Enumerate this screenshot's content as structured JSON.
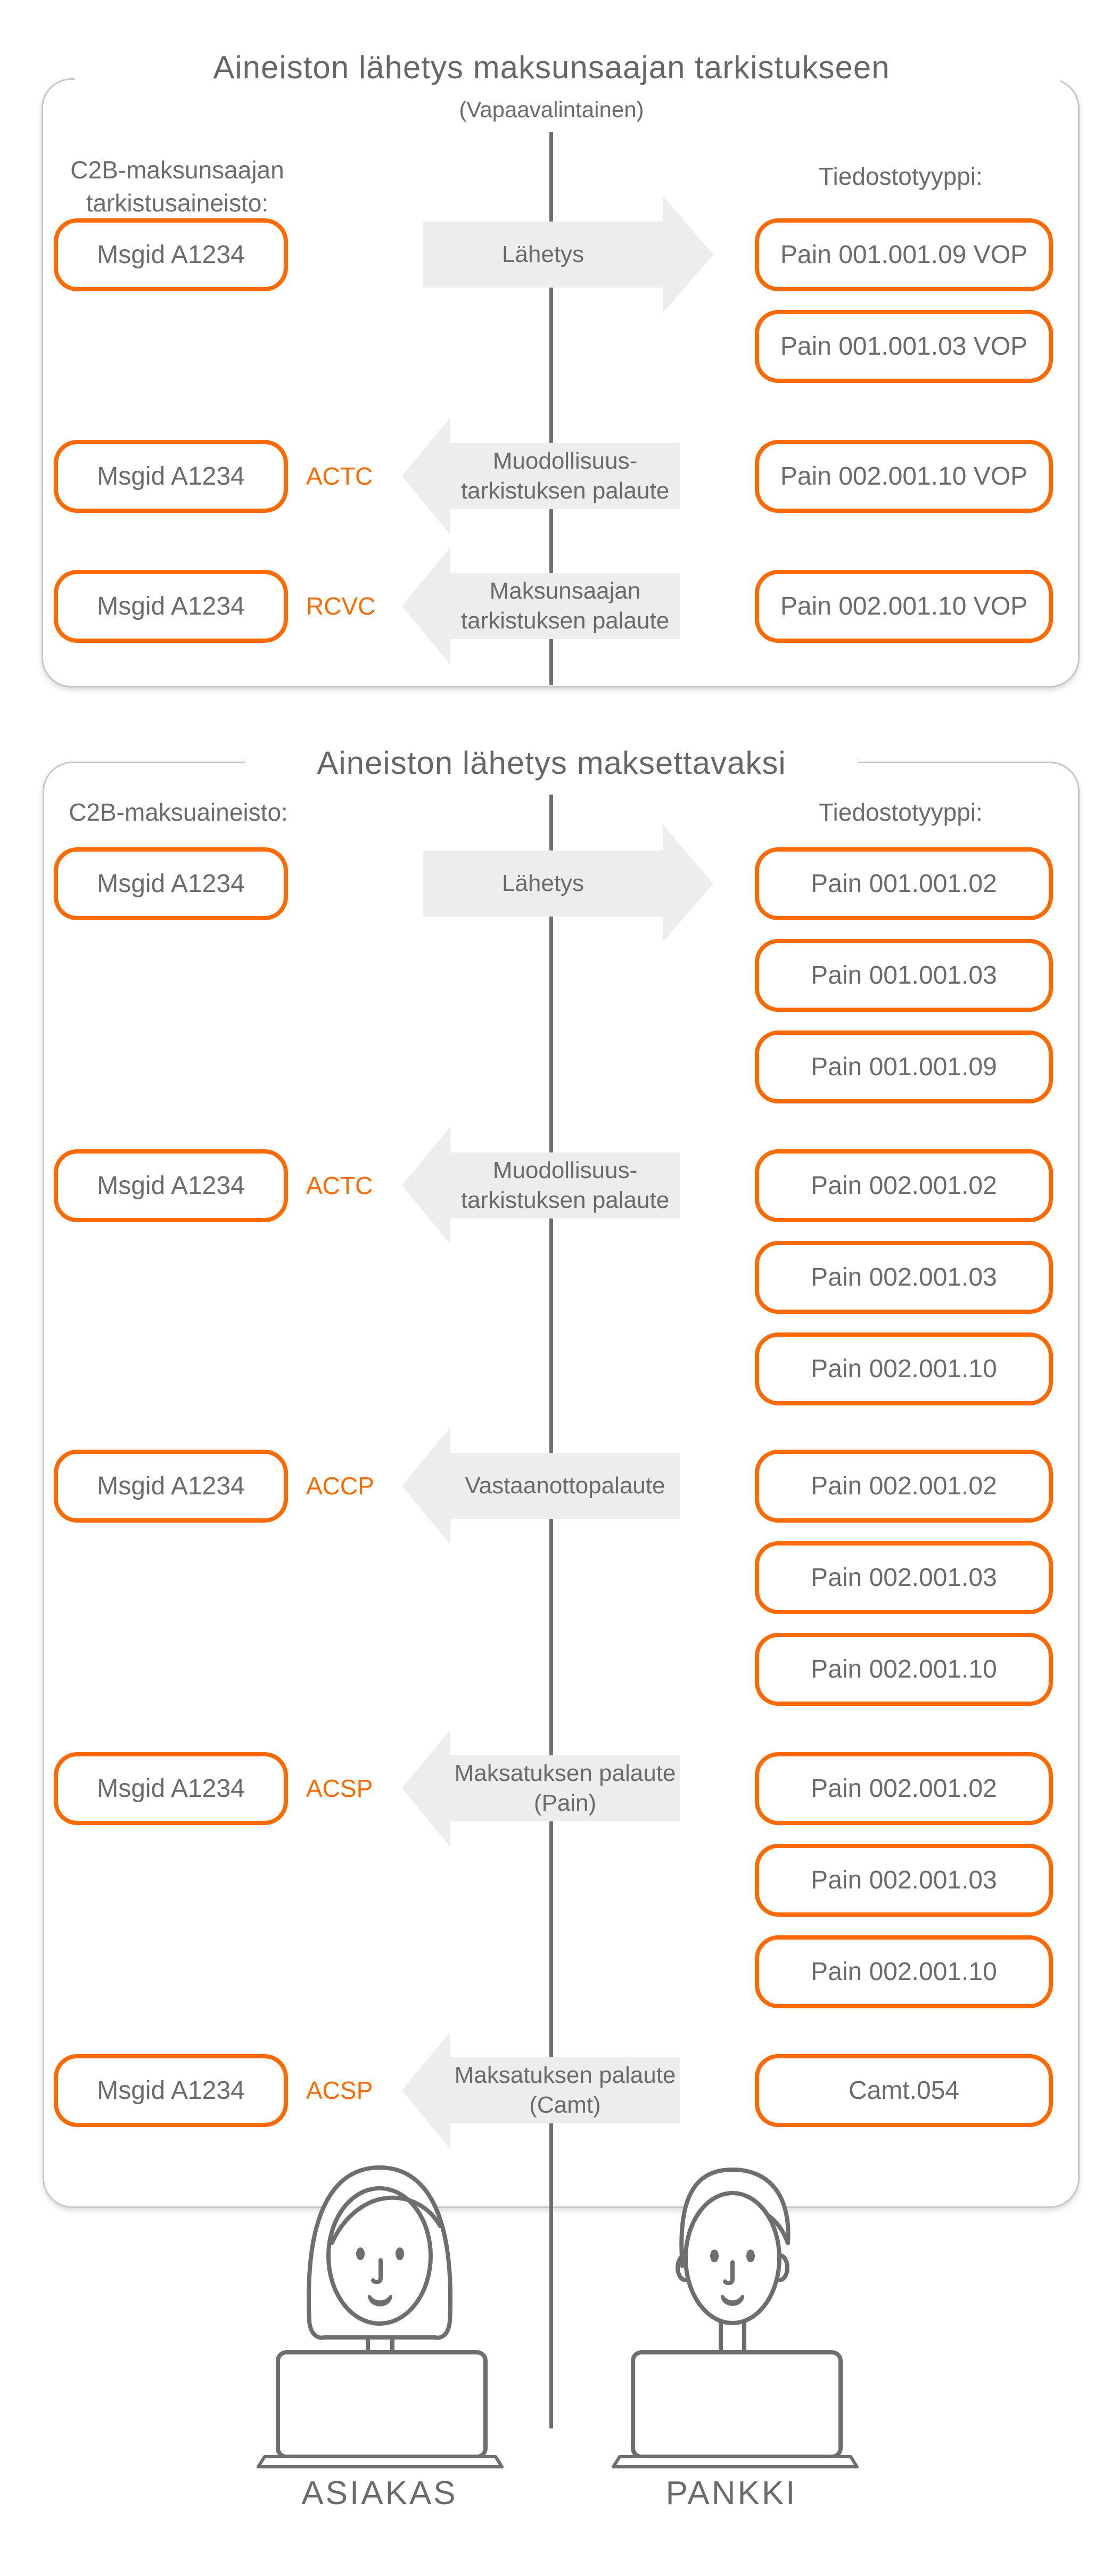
{
  "colors": {
    "accent_orange": "#ff6a00",
    "text_gray": "#6b6b6b",
    "arrow_fill_gray": "#ededed",
    "panel_border_gray": "#c7c7c7",
    "divider_gray": "#6e6e6e"
  },
  "sections": [
    {
      "title": "Aineiston lähetys maksunsaajan tarkistukseen",
      "subtitle": "(Vapaavalintainen)",
      "left_label_lines": [
        "C2B-maksunsaajan",
        "tarkistusaineisto:"
      ],
      "right_label": "Tiedostotyyppi:",
      "rows": [
        {
          "msgid": "Msgid A1234",
          "status": "",
          "direction": "right",
          "arrow_lines": [
            "Lähetys"
          ],
          "files": [
            "Pain 001.001.09 VOP",
            "Pain 001.001.03 VOP"
          ]
        },
        {
          "msgid": "Msgid A1234",
          "status": "ACTC",
          "direction": "left",
          "arrow_lines": [
            "Muodollisuus-",
            "tarkistuksen palaute"
          ],
          "files": [
            "Pain 002.001.10 VOP"
          ]
        },
        {
          "msgid": "Msgid A1234",
          "status": "RCVC",
          "direction": "left",
          "arrow_lines": [
            "Maksunsaajan",
            "tarkistuksen palaute"
          ],
          "files": [
            "Pain 002.001.10 VOP"
          ]
        }
      ]
    },
    {
      "title": "Aineiston lähetys maksettavaksi",
      "subtitle": "",
      "left_label_lines": [
        "C2B-maksuaineisto:"
      ],
      "right_label": "Tiedostotyyppi:",
      "rows": [
        {
          "msgid": "Msgid A1234",
          "status": "",
          "direction": "right",
          "arrow_lines": [
            "Lähetys"
          ],
          "files": [
            "Pain 001.001.02",
            "Pain 001.001.03",
            "Pain 001.001.09"
          ]
        },
        {
          "msgid": "Msgid A1234",
          "status": "ACTC",
          "direction": "left",
          "arrow_lines": [
            "Muodollisuus-",
            "tarkistuksen palaute"
          ],
          "files": [
            "Pain 002.001.02",
            "Pain 002.001.03",
            "Pain 002.001.10"
          ]
        },
        {
          "msgid": "Msgid A1234",
          "status": "ACCP",
          "direction": "left",
          "arrow_lines": [
            "Vastaanottopalaute"
          ],
          "files": [
            "Pain 002.001.02",
            "Pain 002.001.03",
            "Pain 002.001.10"
          ]
        },
        {
          "msgid": "Msgid A1234",
          "status": "ACSP",
          "direction": "left",
          "arrow_lines": [
            "Maksatuksen palaute",
            "(Pain)"
          ],
          "files": [
            "Pain 002.001.02",
            "Pain 002.001.03",
            "Pain 002.001.10"
          ]
        },
        {
          "msgid": "Msgid A1234",
          "status": "ACSP",
          "direction": "left",
          "arrow_lines": [
            "Maksatuksen palaute",
            "(Camt)"
          ],
          "files": [
            "Camt.054"
          ]
        }
      ]
    }
  ],
  "footer": {
    "customer_label": "ASIAKAS",
    "bank_label": "PANKKI"
  }
}
